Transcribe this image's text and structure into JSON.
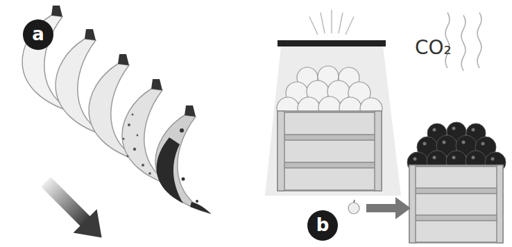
{
  "diagram": {
    "nodes": [
      {
        "text": [
          "a"
        ]
      },
      {
        "text": [
          "b"
        ]
      }
    ],
    "labels": [
      "CO₂"
    ]
  }
}
